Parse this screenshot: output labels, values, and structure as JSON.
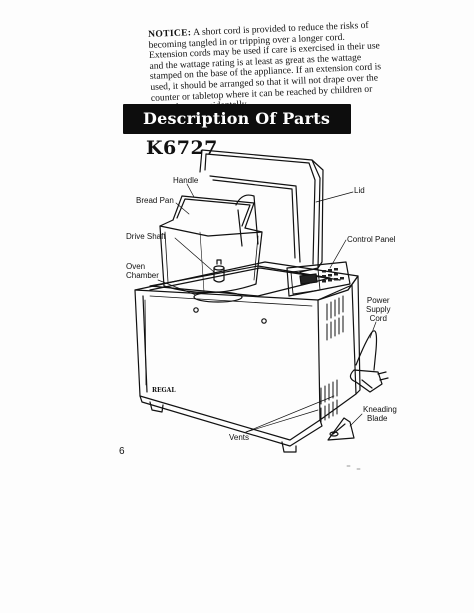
{
  "notice": {
    "label": "NOTICE:",
    "text": "A short cord is provided to reduce the risks of becoming tangled in or tripping over a longer cord. Extension cords may be used if care is exercised in their use and the wattage rating is at least as great as the wattage stamped on the base of the appliance. If an extension cord is used, it should be arranged so that it will not drape over the counter or tabletop where it can be reached by children or tripped over accidentally."
  },
  "section": {
    "title": "Description Of Parts",
    "model": "K6727"
  },
  "callouts": {
    "handle": "Handle",
    "bread_pan": "Bread Pan",
    "lid": "Lid",
    "drive_shaft": "Drive Shaft",
    "control_panel": "Control Panel",
    "oven_chamber_line1": "Oven",
    "oven_chamber_line2": "Chamber",
    "power_cord_line1": "Power",
    "power_cord_line2": "Supply",
    "power_cord_line3": "Cord",
    "kneading_blade_line1": "Kneading",
    "kneading_blade_line2": "Blade",
    "vents": "Vents"
  },
  "appliance": {
    "brand": "REGAL"
  },
  "page": {
    "number": "6"
  }
}
